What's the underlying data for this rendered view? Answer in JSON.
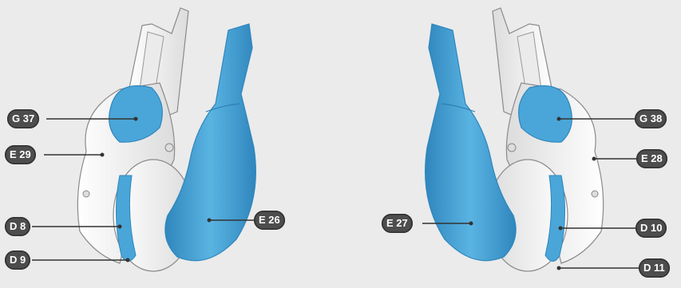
{
  "colors": {
    "blue_part": "#4aa6d8",
    "blue_part_dark": "#2f86bd",
    "white_part": "#f8f8f6",
    "outline": "#8a8a8a",
    "tag_fill": "#4d4d4d",
    "tag_text": "#ffffff",
    "background": "#ebebeb"
  },
  "left_assembly": {
    "labels": [
      "G 37",
      "E 29",
      "D 8",
      "D 9",
      "E 26"
    ]
  },
  "right_assembly": {
    "labels": [
      "G 38",
      "E 28",
      "E 27",
      "D 10",
      "D 11"
    ]
  }
}
